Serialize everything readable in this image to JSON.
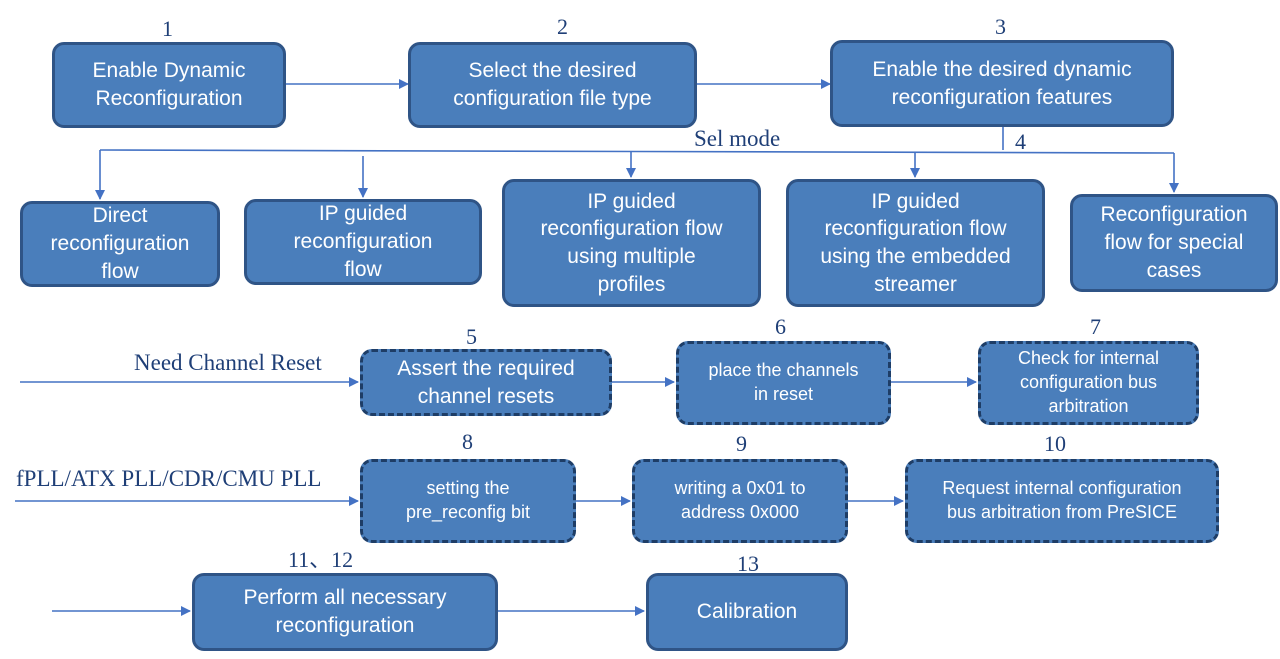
{
  "colors": {
    "box_fill": "#4a7ebb",
    "box_border": "#2f5486",
    "line": "#4472c4",
    "label_text": "#1f3f77"
  },
  "steps": {
    "s1": {
      "number": "1",
      "text": "Enable Dynamic\nReconfiguration"
    },
    "s2": {
      "number": "2",
      "text": "Select the desired\nconfiguration file type"
    },
    "s3": {
      "number": "3",
      "text": "Enable the desired dynamic\nreconfiguration features"
    },
    "s4": {
      "number": "4"
    },
    "s5": {
      "number": "5",
      "text": "Assert the required\nchannel resets"
    },
    "s6": {
      "number": "6",
      "text": "place the channels\nin reset"
    },
    "s7": {
      "number": "7",
      "text": "Check for internal\nconfiguration bus\narbitration"
    },
    "s8": {
      "number": "8",
      "text": "setting the\npre_reconfig bit"
    },
    "s9": {
      "number": "9",
      "text": "writing a 0x01 to\naddress 0x000"
    },
    "s10": {
      "number": "10",
      "text": "Request internal configuration\nbus arbitration from PreSICE"
    },
    "s11": {
      "number": "11、12",
      "text": "Perform all necessary\nreconfiguration"
    },
    "s13": {
      "number": "13",
      "text": "Calibration"
    }
  },
  "flows": [
    {
      "text": "Direct\nreconfiguration\nflow"
    },
    {
      "text": "IP guided\nreconfiguration\nflow"
    },
    {
      "text": "IP guided\nreconfiguration flow\nusing multiple\nprofiles"
    },
    {
      "text": "IP guided\nreconfiguration flow\nusing the embedded\nstreamer"
    },
    {
      "text": "Reconfiguration\nflow for special\ncases"
    }
  ],
  "labels": {
    "sel_mode": "Sel mode",
    "need_channel_reset": "Need Channel Reset",
    "pll_input": "fPLL/ATX PLL/CDR/CMU PLL"
  }
}
